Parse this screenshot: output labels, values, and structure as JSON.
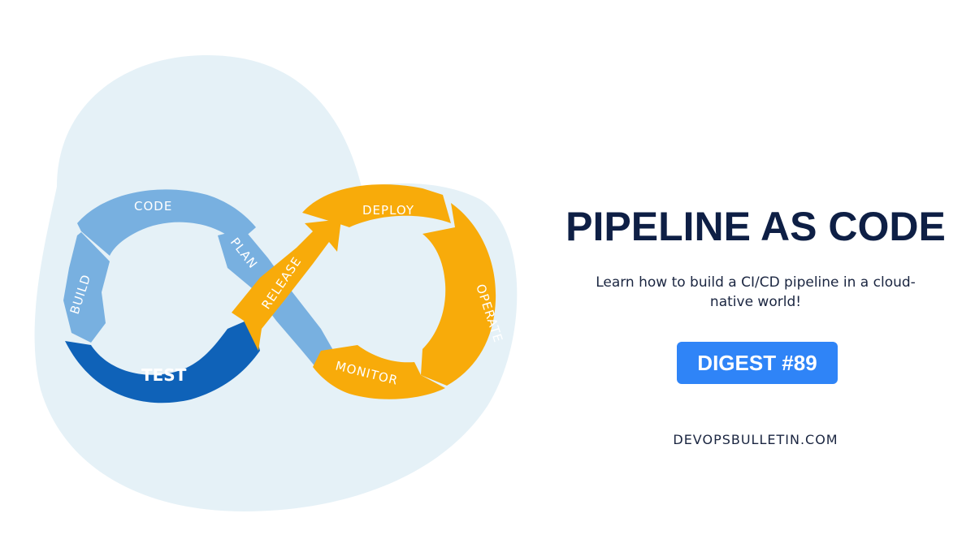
{
  "diagram": {
    "stages": {
      "code": "CODE",
      "build": "BUILD",
      "test": "TEST",
      "plan": "PLAN",
      "release": "RELEASE",
      "deploy": "DEPLOY",
      "operate": "OPERATE",
      "monitor": "MONITOR"
    },
    "colors": {
      "blob": "#e5f1f7",
      "light_blue": "#78b0e0",
      "dark_blue": "#0f62b8",
      "orange": "#f8ab0a",
      "text_dark": "#0e1f45",
      "badge": "#2f84f7"
    }
  },
  "content": {
    "title": "PIPELINE AS CODE",
    "subtitle": "Learn how to build a CI/CD pipeline in a cloud-native world!",
    "badge": "DIGEST #89",
    "website": "DEVOPSBULLETIN.COM"
  }
}
